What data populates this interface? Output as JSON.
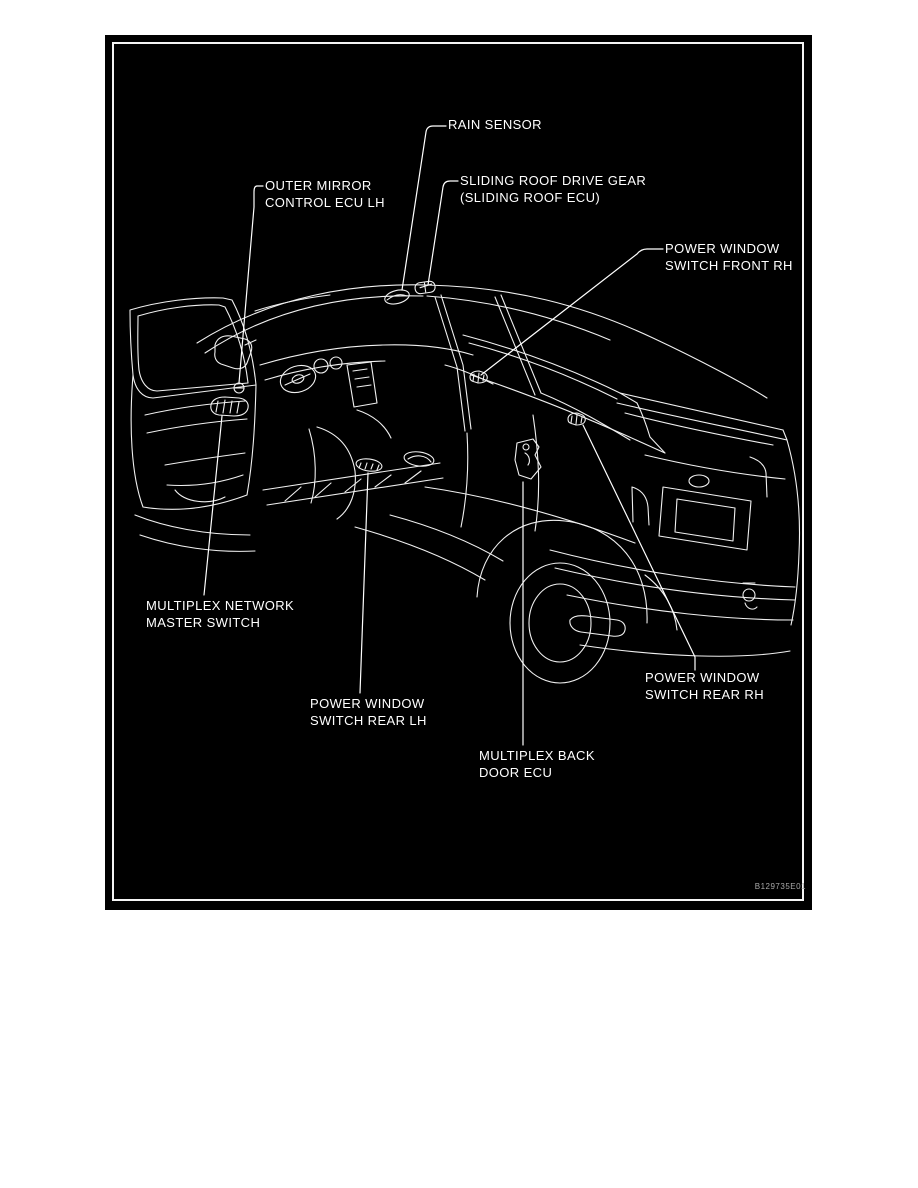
{
  "figure": {
    "background": "#000000",
    "line_color": "#ffffff",
    "code": "B129735E01",
    "vehicle_description": "SUV rear three-quarter line illustration with open front left door",
    "callouts": [
      {
        "id": "rain-sensor",
        "lines": [
          "RAIN SENSOR",
          ""
        ]
      },
      {
        "id": "outer-mirror-control-ecu-lh",
        "lines": [
          "OUTER MIRROR",
          "CONTROL ECU LH"
        ]
      },
      {
        "id": "sliding-roof-drive-gear",
        "lines": [
          "SLIDING ROOF DRIVE GEAR",
          "(SLIDING ROOF ECU)"
        ]
      },
      {
        "id": "power-window-switch-front-rh",
        "lines": [
          "POWER WINDOW",
          "SWITCH FRONT RH"
        ]
      },
      {
        "id": "multiplex-network-master-switch",
        "lines": [
          "MULTIPLEX NETWORK",
          "MASTER SWITCH"
        ]
      },
      {
        "id": "power-window-switch-rear-lh",
        "lines": [
          "POWER WINDOW",
          "SWITCH REAR LH"
        ]
      },
      {
        "id": "multiplex-back-door-ecu",
        "lines": [
          "MULTIPLEX BACK",
          "DOOR ECU"
        ]
      },
      {
        "id": "power-window-switch-rear-rh",
        "lines": [
          "POWER WINDOW",
          "SWITCH REAR RH"
        ]
      }
    ]
  }
}
